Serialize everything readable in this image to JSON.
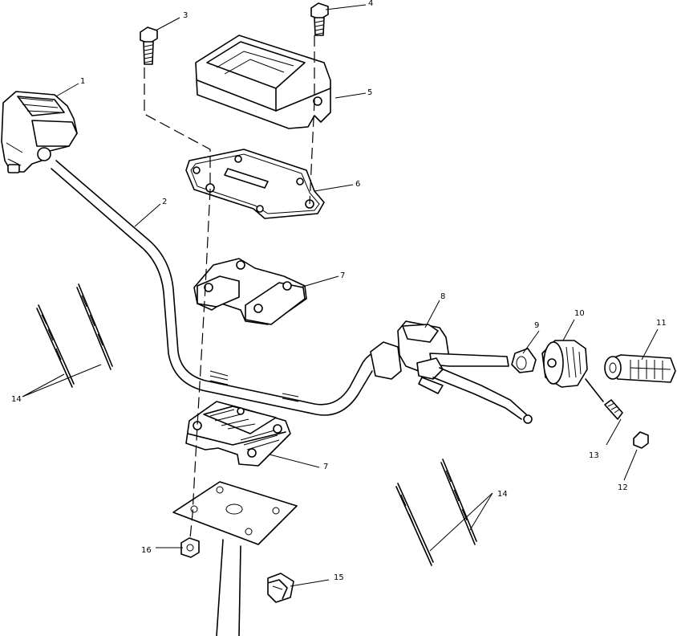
{
  "callouts": {
    "c1": "1",
    "c2": "2",
    "c3": "3",
    "c4": "4",
    "c5": "5",
    "c6": "6",
    "c7a": "7",
    "c7b": "7",
    "c8": "8",
    "c9": "9",
    "c10": "10",
    "c11": "11",
    "c12": "12",
    "c13": "13",
    "c14a": "14",
    "c14b": "14",
    "c15": "15",
    "c16": "16"
  }
}
